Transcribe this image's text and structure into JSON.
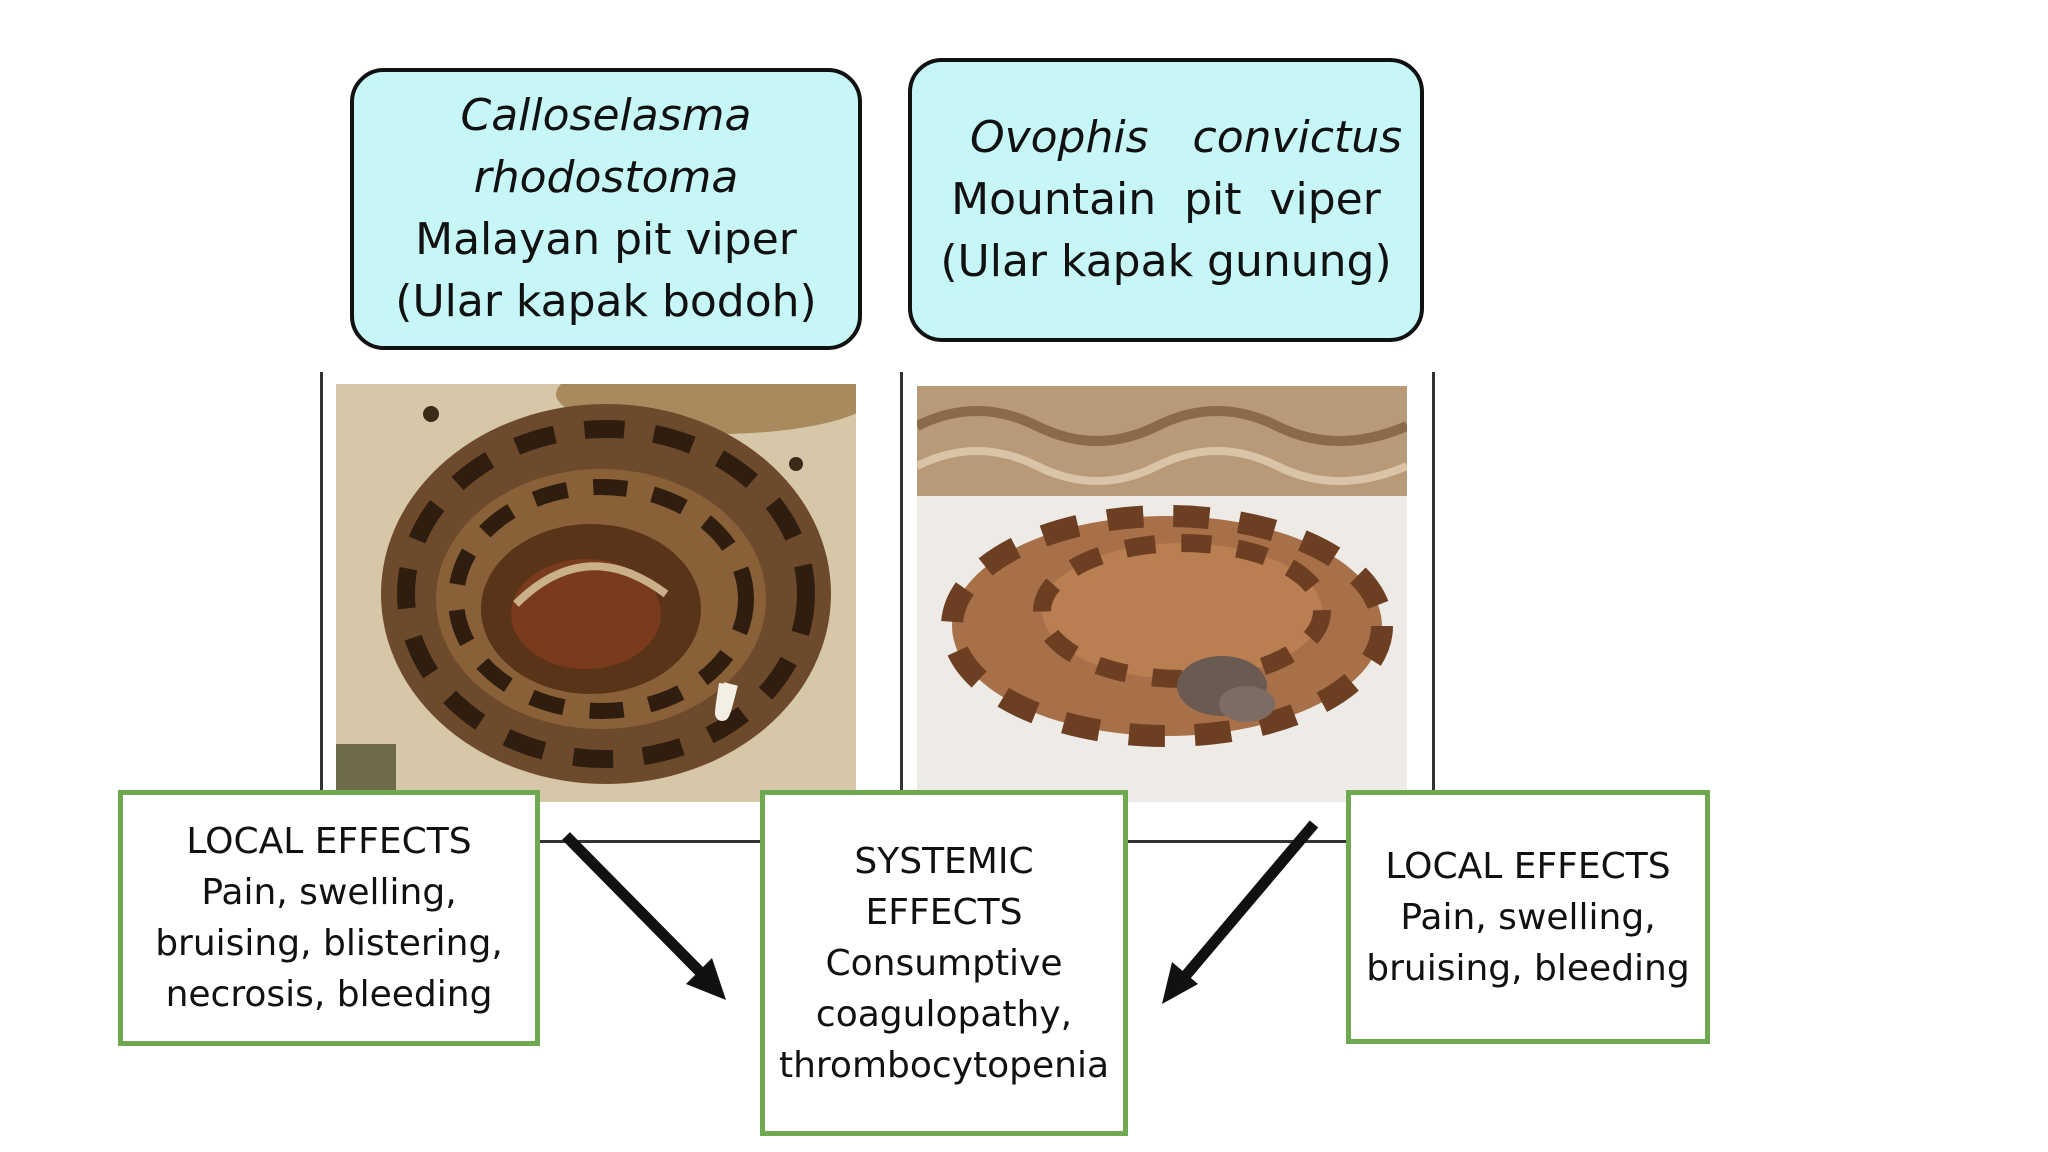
{
  "species": [
    {
      "scientific_name_1": "Calloselasma",
      "scientific_name_2": "rhodostoma",
      "common_name": "Malayan pit viper",
      "local_name": "(Ular kapak bodoh)"
    },
    {
      "scientific_name_1": "Ovophis",
      "scientific_name_2": "convictus",
      "common_name": "Mountain  pit  viper",
      "local_name": "(Ular kapak gunung)"
    }
  ],
  "effects": {
    "left": {
      "heading": "LOCAL EFFECTS",
      "lines": [
        "Pain, swelling,",
        "bruising, blistering,",
        "necrosis, bleeding"
      ]
    },
    "center": {
      "heading_1": "SYSTEMIC",
      "heading_2": "EFFECTS",
      "lines": [
        "Consumptive",
        "coagulopathy,",
        "thrombocytopenia"
      ]
    },
    "right": {
      "heading": "LOCAL EFFECTS",
      "lines": [
        "Pain, swelling,",
        "bruising, bleeding"
      ]
    }
  },
  "colors": {
    "species_box_fill": "#c6f6f6",
    "effect_box_border": "#6ea84f",
    "arrow": "#111111"
  }
}
